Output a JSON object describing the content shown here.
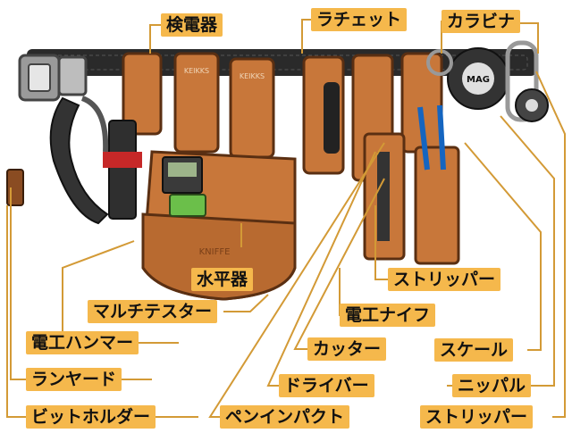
{
  "labels": {
    "kendenki": "検電器",
    "rachetto": "ラチェット",
    "karabina": "カラビナ",
    "suiheiki": "水平器",
    "maruchi_tester": "マルチテスター",
    "denko_hammer": "電工ハンマー",
    "lanyard": "ランヤード",
    "bit_holder": "ビットホルダー",
    "stripper_mid": "ストリッパー",
    "denko_knife": "電工ナイフ",
    "cutter": "カッター",
    "driver": "ドライバー",
    "pen_impact": "ペンインパクト",
    "scale": "スケール",
    "nippers": "ニッパル",
    "stripper_bottom": "ストリッパー"
  },
  "pouch_brand": "KEIKKS",
  "bag_brand": "KNIFFE",
  "tape_brand": "MAG",
  "colors": {
    "label_bg": "#f5b84c",
    "leader": "#d39a36",
    "leather": "#c8773a",
    "leather_dark": "#8a4c22",
    "belt": "#2a2a2a"
  }
}
